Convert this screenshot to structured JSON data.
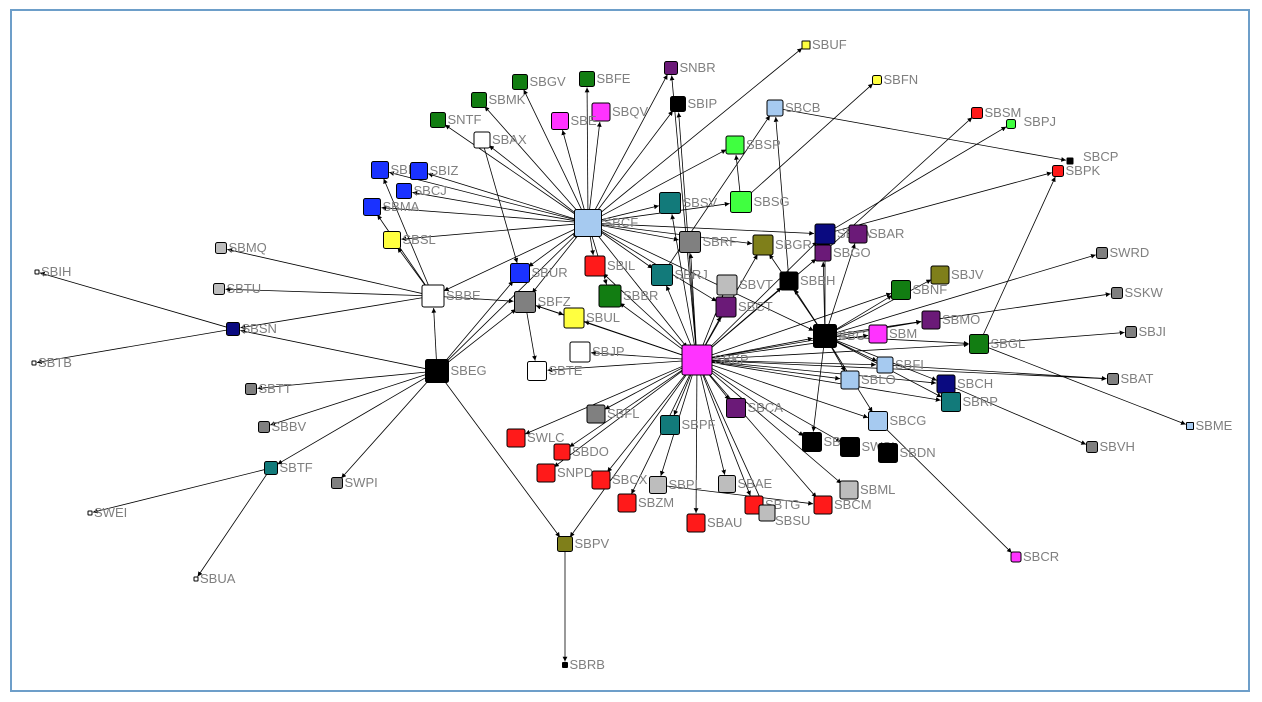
{
  "network": {
    "nodes": [
      {
        "id": "SBUF",
        "color": "#ffff40"
      },
      {
        "id": "SNBR",
        "color": "#6b1a78"
      },
      {
        "id": "SBGV",
        "color": "#127d12"
      },
      {
        "id": "SBFE",
        "color": "#127d12"
      },
      {
        "id": "SBFN",
        "color": "#ffff40"
      },
      {
        "id": "SBMK",
        "color": "#127d12"
      },
      {
        "id": "SBIP",
        "color": "#000000"
      },
      {
        "id": "SBCB",
        "color": "#a6caf0"
      },
      {
        "id": "SBQV",
        "color": "#ff33ff"
      },
      {
        "id": "SBE",
        "color": "#ff33ff"
      },
      {
        "id": "SNTF",
        "color": "#127d12"
      },
      {
        "id": "SBAX",
        "color": "#ffffff"
      },
      {
        "id": "SBSM",
        "color": "#ff1a1a"
      },
      {
        "id": "SBPJ",
        "color": "#40ff40"
      },
      {
        "id": "SBSP",
        "color": "#40ff40"
      },
      {
        "id": "SBCP",
        "color": "#000000"
      },
      {
        "id": "SBPK",
        "color": "#ff1a1a"
      },
      {
        "id": "SBNT",
        "color": "#1a32ff"
      },
      {
        "id": "SBIZ",
        "color": "#1a32ff"
      },
      {
        "id": "SBCJ",
        "color": "#1a32ff"
      },
      {
        "id": "SBMA",
        "color": "#1a32ff"
      },
      {
        "id": "SBSG",
        "color": "#40ff40"
      },
      {
        "id": "SBCF",
        "color": "#a6caf0"
      },
      {
        "id": "SBSV",
        "color": "#127a7a"
      },
      {
        "id": "SBPA",
        "color": "#0a0a80"
      },
      {
        "id": "SBAR",
        "color": "#6b1a78"
      },
      {
        "id": "SBGO",
        "color": "#6b1a78"
      },
      {
        "id": "SBSL",
        "color": "#ffff40"
      },
      {
        "id": "SBMQ",
        "color": "#bdbdbd"
      },
      {
        "id": "SBRF",
        "color": "#808080"
      },
      {
        "id": "SBGR",
        "color": "#7f7f1a"
      },
      {
        "id": "SWRD",
        "color": "#808080"
      },
      {
        "id": "SBIL",
        "color": "#ff1a1a"
      },
      {
        "id": "SBUR",
        "color": "#1a32ff"
      },
      {
        "id": "SBRJ",
        "color": "#127a7a"
      },
      {
        "id": "SBIH",
        "color": "#ffffff"
      },
      {
        "id": "SBTU",
        "color": "#bdbdbd"
      },
      {
        "id": "SBVT",
        "color": "#bdbdbd"
      },
      {
        "id": "SBBH",
        "color": "#000000"
      },
      {
        "id": "SBJV",
        "color": "#7f7f1a"
      },
      {
        "id": "SBBE",
        "color": "#ffffff"
      },
      {
        "id": "SBFZ",
        "color": "#808080"
      },
      {
        "id": "SBBR",
        "color": "#127d12"
      },
      {
        "id": "SBNF",
        "color": "#127d12"
      },
      {
        "id": "SSKW",
        "color": "#808080"
      },
      {
        "id": "SBCT",
        "color": "#6b1a78"
      },
      {
        "id": "SBMO",
        "color": "#6b1a78"
      },
      {
        "id": "SBSN",
        "color": "#0a0a80"
      },
      {
        "id": "SBUL",
        "color": "#ffff40"
      },
      {
        "id": "SBC",
        "color": "#000000"
      },
      {
        "id": "SBM",
        "color": "#ff33ff"
      },
      {
        "id": "SBJI",
        "color": "#808080"
      },
      {
        "id": "SBGL",
        "color": "#127d12"
      },
      {
        "id": "SBJP",
        "color": "#ffffff"
      },
      {
        "id": "SBTB",
        "color": "#ffffff"
      },
      {
        "id": "SBKP",
        "color": "#ff33ff"
      },
      {
        "id": "SBEG",
        "color": "#000000"
      },
      {
        "id": "SBTE",
        "color": "#ffffff"
      },
      {
        "id": "SBFI",
        "color": "#a6caf0"
      },
      {
        "id": "SBLO",
        "color": "#a6caf0"
      },
      {
        "id": "SBAT",
        "color": "#808080"
      },
      {
        "id": "SBCH",
        "color": "#0a0a80"
      },
      {
        "id": "SBTT",
        "color": "#808080"
      },
      {
        "id": "SBRP",
        "color": "#127a7a"
      },
      {
        "id": "SBFL",
        "color": "#808080"
      },
      {
        "id": "SBCA",
        "color": "#6b1a78"
      },
      {
        "id": "SBBV",
        "color": "#808080"
      },
      {
        "id": "SBCG",
        "color": "#a6caf0"
      },
      {
        "id": "SBME",
        "color": "#a6caf0"
      },
      {
        "id": "SWLC",
        "color": "#ff1a1a"
      },
      {
        "id": "SBPF",
        "color": "#127a7a"
      },
      {
        "id": "SBSR",
        "color": "#000000"
      },
      {
        "id": "SWSI",
        "color": "#000000"
      },
      {
        "id": "SBDN",
        "color": "#000000"
      },
      {
        "id": "SBDO",
        "color": "#ff1a1a"
      },
      {
        "id": "SNPD",
        "color": "#ff1a1a"
      },
      {
        "id": "SBVH",
        "color": "#808080"
      },
      {
        "id": "SBTF",
        "color": "#127a7a"
      },
      {
        "id": "SBCX",
        "color": "#ff1a1a"
      },
      {
        "id": "SWPI",
        "color": "#808080"
      },
      {
        "id": "SBAE",
        "color": "#bdbdbd"
      },
      {
        "id": "SBPL",
        "color": "#bdbdbd"
      },
      {
        "id": "SBML",
        "color": "#bdbdbd"
      },
      {
        "id": "SWEI",
        "color": "#ffffff"
      },
      {
        "id": "SBZM",
        "color": "#ff1a1a"
      },
      {
        "id": "SBTG",
        "color": "#ff1a1a"
      },
      {
        "id": "SBSU",
        "color": "#bdbdbd"
      },
      {
        "id": "SBCM",
        "color": "#ff1a1a"
      },
      {
        "id": "SBAU",
        "color": "#ff1a1a"
      },
      {
        "id": "SBPV",
        "color": "#7f7f1a"
      },
      {
        "id": "SBCR",
        "color": "#ff33ff"
      },
      {
        "id": "SBUA",
        "color": "#ffffff"
      },
      {
        "id": "SBRB",
        "color": "#000000"
      }
    ],
    "edges": [
      [
        "SBCF",
        "SBUF"
      ],
      [
        "SBCF",
        "SNBR"
      ],
      [
        "SBCF",
        "SBGV"
      ],
      [
        "SBCF",
        "SBFE"
      ],
      [
        "SBCF",
        "SBMK"
      ],
      [
        "SBCF",
        "SBIP"
      ],
      [
        "SBCF",
        "SBQV"
      ],
      [
        "SBCF",
        "SBE"
      ],
      [
        "SBCF",
        "SNTF"
      ],
      [
        "SBCF",
        "SBAX"
      ],
      [
        "SBCF",
        "SBNT"
      ],
      [
        "SBCF",
        "SBIZ"
      ],
      [
        "SBCF",
        "SBCJ"
      ],
      [
        "SBCF",
        "SBMA"
      ],
      [
        "SBCF",
        "SBSL"
      ],
      [
        "SBCF",
        "SBUR"
      ],
      [
        "SBCF",
        "SBIL"
      ],
      [
        "SBCF",
        "SBRJ"
      ],
      [
        "SBCF",
        "SBSV"
      ],
      [
        "SBCF",
        "SBRF"
      ],
      [
        "SBCF",
        "SBGR"
      ],
      [
        "SBCF",
        "SBSP"
      ],
      [
        "SBCF",
        "SBSG"
      ],
      [
        "SBCF",
        "SBPA"
      ],
      [
        "SBCF",
        "SBKP"
      ],
      [
        "SBCF",
        "SBBE"
      ],
      [
        "SBCF",
        "SBFZ"
      ],
      [
        "SBCF",
        "SBBR"
      ],
      [
        "SBCF",
        "SBC"
      ],
      [
        "SBCF",
        "SBCT"
      ],
      [
        "SBKP",
        "SBIP"
      ],
      [
        "SBKP",
        "SNBR"
      ],
      [
        "SBKP",
        "SBSV"
      ],
      [
        "SBKP",
        "SBRF"
      ],
      [
        "SBKP",
        "SBGR"
      ],
      [
        "SBKP",
        "SBRJ"
      ],
      [
        "SBKP",
        "SBVT"
      ],
      [
        "SBKP",
        "SBBH"
      ],
      [
        "SBKP",
        "SBCT"
      ],
      [
        "SBKP",
        "SBC"
      ],
      [
        "SBKP",
        "SBM"
      ],
      [
        "SBKP",
        "SBFI"
      ],
      [
        "SBKP",
        "SBLO"
      ],
      [
        "SBKP",
        "SBCG"
      ],
      [
        "SBKP",
        "SBCA"
      ],
      [
        "SBKP",
        "SBSR"
      ],
      [
        "SBKP",
        "SWSI"
      ],
      [
        "SBKP",
        "SBPF"
      ],
      [
        "SBKP",
        "SBFL"
      ],
      [
        "SBKP",
        "SBUL"
      ],
      [
        "SBKP",
        "SBFZ"
      ],
      [
        "SBKP",
        "SBTE"
      ],
      [
        "SBKP",
        "SBCX"
      ],
      [
        "SBKP",
        "SBPL"
      ],
      [
        "SBKP",
        "SBAE"
      ],
      [
        "SBKP",
        "SBZM"
      ],
      [
        "SBKP",
        "SBTG"
      ],
      [
        "SBKP",
        "SBCM"
      ],
      [
        "SBKP",
        "SBAU"
      ],
      [
        "SBKP",
        "SBML"
      ],
      [
        "SBKP",
        "SWLC"
      ],
      [
        "SBKP",
        "SNPD"
      ],
      [
        "SBKP",
        "SBDO"
      ],
      [
        "SBKP",
        "SBPV"
      ],
      [
        "SBKP",
        "SBNF"
      ],
      [
        "SBKP",
        "SBMO"
      ],
      [
        "SBKP",
        "SBGL"
      ],
      [
        "SBKP",
        "SBCH"
      ],
      [
        "SBKP",
        "SBRP"
      ],
      [
        "SBKP",
        "SBPA"
      ],
      [
        "SBKP",
        "SBGO"
      ],
      [
        "SBKP",
        "SBJP"
      ],
      [
        "SBKP",
        "SBBR"
      ],
      [
        "SBKP",
        "SBIL"
      ],
      [
        "SBKP",
        "SBAT"
      ],
      [
        "SBKP",
        "SBSU"
      ],
      [
        "SBC",
        "SBPA"
      ],
      [
        "SBC",
        "SBGO"
      ],
      [
        "SBC",
        "SBNF"
      ],
      [
        "SBC",
        "SBMO"
      ],
      [
        "SBC",
        "SBGL"
      ],
      [
        "SBC",
        "SBCH"
      ],
      [
        "SBC",
        "SBRP"
      ],
      [
        "SBC",
        "SBLO"
      ],
      [
        "SBC",
        "SBCG"
      ],
      [
        "SBC",
        "SBSR"
      ],
      [
        "SBC",
        "SBFI"
      ],
      [
        "SBC",
        "SBBH"
      ],
      [
        "SBC",
        "SBGR"
      ],
      [
        "SBC",
        "SWRD"
      ],
      [
        "SBC",
        "SBJV"
      ],
      [
        "SBC",
        "SBAR"
      ],
      [
        "SBEG",
        "SBBE"
      ],
      [
        "SBEG",
        "SBSN"
      ],
      [
        "SBEG",
        "SBTT"
      ],
      [
        "SBEG",
        "SBBV"
      ],
      [
        "SBEG",
        "SBTF"
      ],
      [
        "SBEG",
        "SWPI"
      ],
      [
        "SBEG",
        "SBPV"
      ],
      [
        "SBEG",
        "SBFZ"
      ],
      [
        "SBEG",
        "SBUR"
      ],
      [
        "SBEG",
        "SBCF"
      ],
      [
        "SBBE",
        "SBMQ"
      ],
      [
        "SBBE",
        "SBTU"
      ],
      [
        "SBBE",
        "SBSN"
      ],
      [
        "SBBE",
        "SBSL"
      ],
      [
        "SBBE",
        "SBMA"
      ],
      [
        "SBBE",
        "SBNT"
      ],
      [
        "SBBE",
        "SBFZ"
      ],
      [
        "SBSN",
        "SBIH"
      ],
      [
        "SBSN",
        "SBTB"
      ],
      [
        "SBTF",
        "SWEI"
      ],
      [
        "SBTF",
        "SBUA"
      ],
      [
        "SBPV",
        "SBRB"
      ],
      [
        "SBGL",
        "SBME"
      ],
      [
        "SBGL",
        "SBJI"
      ],
      [
        "SBGL",
        "SBPK"
      ],
      [
        "SBGO",
        "SBSM"
      ],
      [
        "SBPA",
        "SBPJ"
      ],
      [
        "SBPA",
        "SBPK"
      ],
      [
        "SBCB",
        "SBCP"
      ],
      [
        "SBSG",
        "SBFN"
      ],
      [
        "SBSG",
        "SBSP"
      ],
      [
        "SBCG",
        "SBCR"
      ],
      [
        "SBCH",
        "SBVH"
      ],
      [
        "SBMO",
        "SSKW"
      ],
      [
        "SBFI",
        "SBAT"
      ],
      [
        "SBAX",
        "SBUR"
      ],
      [
        "SBFZ",
        "SBTE"
      ],
      [
        "SBFZ",
        "SBUL"
      ],
      [
        "SBBH",
        "SBCB"
      ],
      [
        "SBRJ",
        "SBCB"
      ],
      [
        "SBPL",
        "SBCM"
      ]
    ]
  }
}
